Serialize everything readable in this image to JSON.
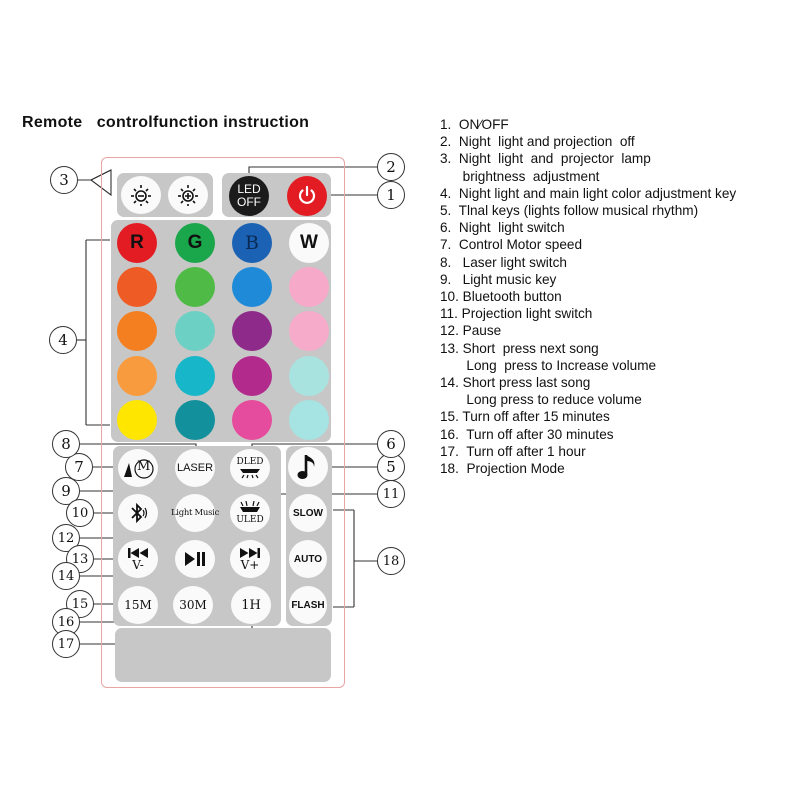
{
  "title": "Remote   controlfunction instruction",
  "remote": {
    "top_buttons": {
      "led_off": {
        "line1": "LED",
        "line2": "OFF"
      }
    },
    "color_buttons": [
      {
        "label": "R",
        "color": "#e31b23"
      },
      {
        "label": "G",
        "color": "#1aa64a"
      },
      {
        "label": "B",
        "color": "#1b62b5"
      },
      {
        "label": "W",
        "color": "#fafafa"
      },
      {
        "label": "",
        "color": "#ef5b25"
      },
      {
        "label": "",
        "color": "#4fbb46"
      },
      {
        "label": "",
        "color": "#1f8ad8"
      },
      {
        "label": "",
        "color": "#f6a9c8"
      },
      {
        "label": "",
        "color": "#f47f20"
      },
      {
        "label": "",
        "color": "#6dd0c4"
      },
      {
        "label": "",
        "color": "#8e2a89"
      },
      {
        "label": "",
        "color": "#f5abc9"
      },
      {
        "label": "",
        "color": "#f89b3f"
      },
      {
        "label": "",
        "color": "#17b6c8"
      },
      {
        "label": "",
        "color": "#b32a8d"
      },
      {
        "label": "",
        "color": "#a8e3e0"
      },
      {
        "label": "",
        "color": "#ffe600"
      },
      {
        "label": "",
        "color": "#12919c"
      },
      {
        "label": "",
        "color": "#e64c9d"
      },
      {
        "label": "",
        "color": "#a5e4e2"
      }
    ],
    "motor_label": "M",
    "laser_label": "LASER",
    "dled_label": "DLED",
    "light_music_label": "Light Music",
    "uled_label": "ULED",
    "vol_down_label": "V-",
    "vol_up_label": "V+",
    "timer_15": "15M",
    "timer_30": "30M",
    "timer_1h": "1H",
    "slow_label": "SLOW",
    "auto_label": "AUTO",
    "flash_label": "FLASH"
  },
  "callouts": [
    "1",
    "2",
    "3",
    "4",
    "5",
    "6",
    "7",
    "8",
    "9",
    "10",
    "11",
    "12",
    "13",
    "14",
    "15",
    "16",
    "17",
    "18"
  ],
  "instructions": [
    "1.  ON∕OFF",
    "2.  Night  light and projection  off",
    "3.  Night  light  and  projector  lamp",
    "      brightness  adjustment",
    "4.  Night light and main light color adjustment key",
    "5.  Tlnal keys (lights follow musical rhythm)",
    "6.  Night  light switch",
    "7.  Control Motor speed",
    "8.   Laser light switch",
    "9.   Light music key",
    "10. Bluetooth button",
    "11. Projection light switch",
    "12. Pause",
    "13. Short  press next song",
    "       Long  press to Increase volume",
    "14. Short press last song",
    "       Long press to reduce volume",
    "15. Turn off after 15 minutes",
    "16.  Turn off after 30 minutes",
    "17.  Turn off after 1 hour",
    "18.  Projection Mode"
  ]
}
